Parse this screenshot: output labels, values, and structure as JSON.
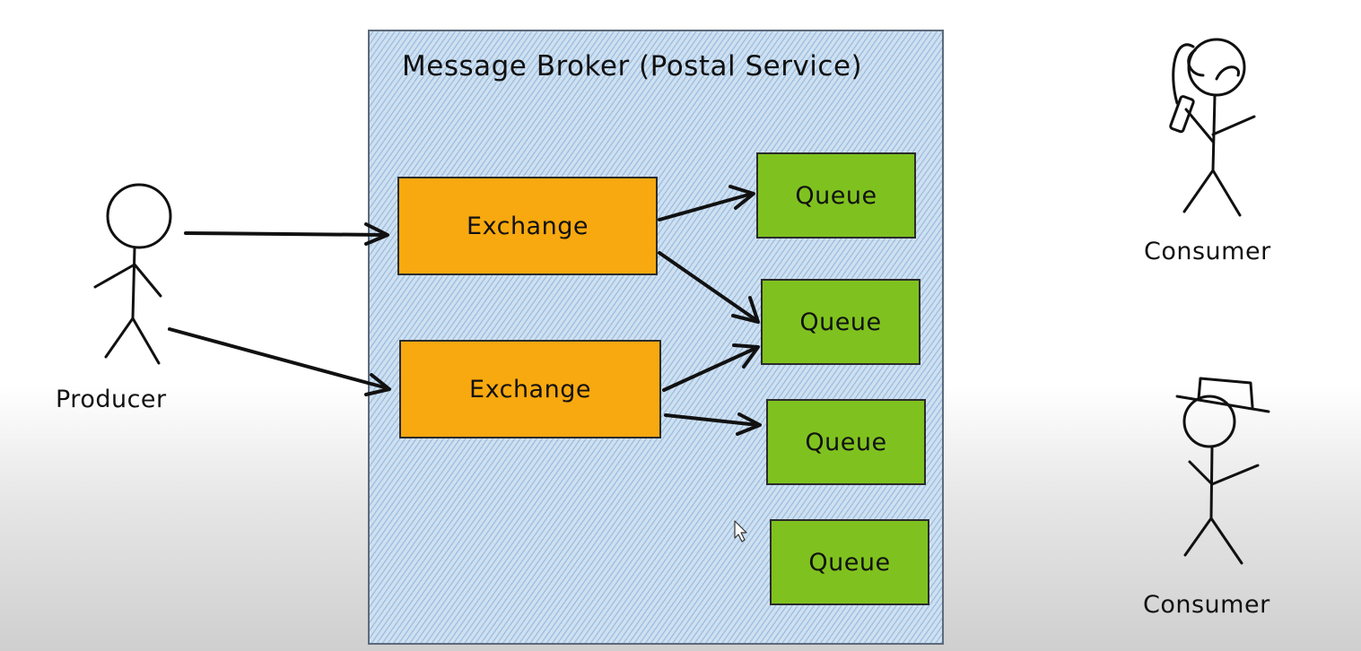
{
  "broker": {
    "title": "Message Broker (Postal Service)"
  },
  "exchanges": [
    {
      "label": "Exchange"
    },
    {
      "label": "Exchange"
    }
  ],
  "queues": [
    {
      "label": "Queue"
    },
    {
      "label": "Queue"
    },
    {
      "label": "Queue"
    },
    {
      "label": "Queue"
    }
  ],
  "producer": {
    "label": "Producer"
  },
  "consumers": [
    {
      "label": "Consumer"
    },
    {
      "label": "Consumer"
    }
  ],
  "colors": {
    "exchange": "#f8a90f",
    "queue": "#7fc21f",
    "broker_fill": "#cfe0f0",
    "broker_hatch": "#9fc1e2"
  },
  "icons": [
    "stick-figure-producer",
    "stick-figure-consumer-phone",
    "stick-figure-consumer-hat",
    "mouse-cursor-icon"
  ]
}
